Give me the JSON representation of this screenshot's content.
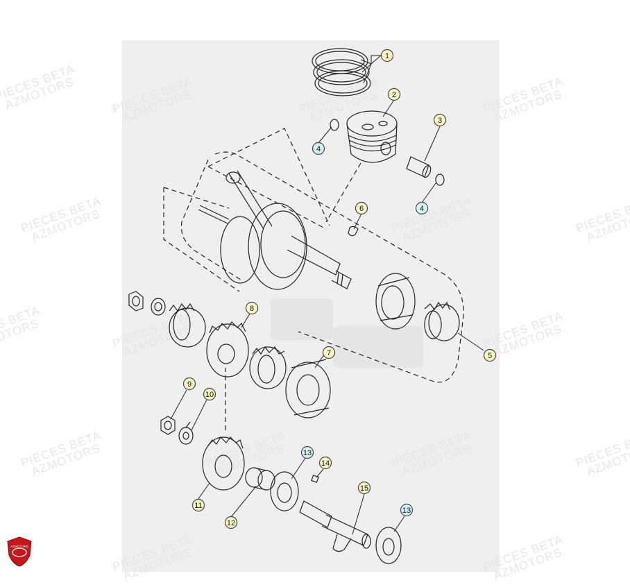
{
  "watermark": {
    "line1": "PIECES BETA",
    "line2": "AZMOTORS"
  },
  "logo_text": "AZMOTORS",
  "colors": {
    "callout_fill": "#fbf7c4",
    "callout_fill_highlight": "#d3f3f7",
    "callout_stroke": "#444444",
    "line": "#222222",
    "panel": "#efefef",
    "logo_red": "#c8161d"
  },
  "callouts": [
    {
      "label": "1"
    },
    {
      "label": "2"
    },
    {
      "label": "3"
    },
    {
      "label": "4"
    },
    {
      "label": "4"
    },
    {
      "label": "6"
    },
    {
      "label": "5"
    },
    {
      "label": "7"
    },
    {
      "label": "8"
    },
    {
      "label": "9"
    },
    {
      "label": "10"
    },
    {
      "label": "11"
    },
    {
      "label": "12"
    },
    {
      "label": "13"
    },
    {
      "label": "14"
    },
    {
      "label": "15"
    },
    {
      "label": "13"
    }
  ]
}
